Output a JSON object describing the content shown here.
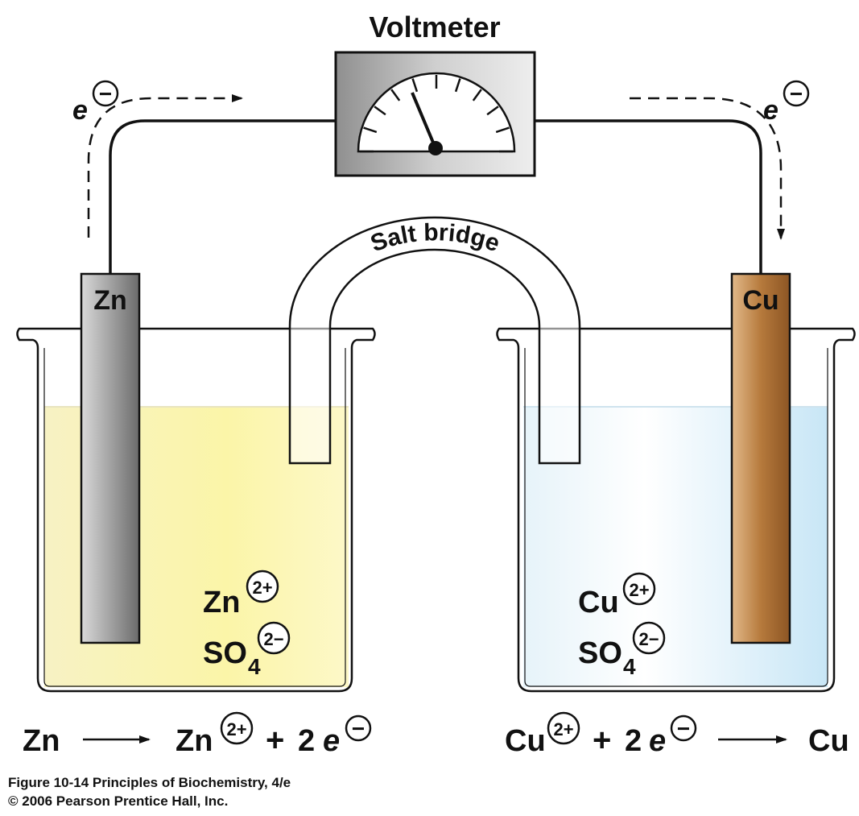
{
  "title": "Voltmeter",
  "bridge_label": "Salt bridge",
  "electron_symbol": "e",
  "minus_sign": "−",
  "plus_sign": "+",
  "electrodes": {
    "left": "Zn",
    "right": "Cu"
  },
  "left_solution": {
    "cation": "Zn",
    "cation_charge": "2+",
    "anion": "SO",
    "anion_subscript": "4",
    "anion_charge": "2−"
  },
  "right_solution": {
    "cation": "Cu",
    "cation_charge": "2+",
    "anion": "SO",
    "anion_subscript": "4",
    "anion_charge": "2−"
  },
  "equations": {
    "left": {
      "reactant": "Zn",
      "product": "Zn",
      "product_charge": "2+",
      "coefficient": "2"
    },
    "right": {
      "reactant": "Cu",
      "reactant_charge": "2+",
      "coefficient": "2",
      "product": "Cu"
    }
  },
  "caption": {
    "line1": "Figure 10-14  Principles of Biochemistry, 4/e",
    "line2": "© 2006 Pearson Prentice Hall, Inc."
  },
  "colors": {
    "zinc_solution": "#fbf6b3",
    "copper_solution": "#d6ecf8",
    "zinc_electrode": "#9a9a9a",
    "copper_electrode": "#b87d3d",
    "voltmeter_box": "#b5b5b5",
    "line": "#111111"
  }
}
